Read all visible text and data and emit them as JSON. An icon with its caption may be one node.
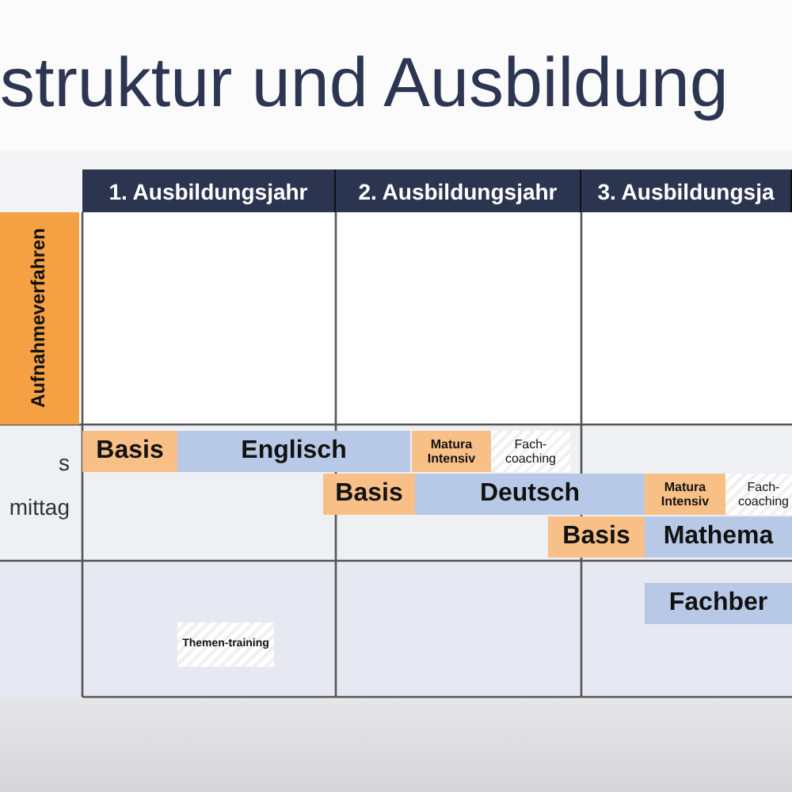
{
  "diagram": {
    "title": "struktur und Ausbildung",
    "nodes": [
      {
        "text": [
          "Aufnahmeverfahren"
        ]
      },
      {
        "text": [
          "Basis"
        ]
      },
      {
        "text": [
          "Englisch"
        ]
      },
      {
        "text": [
          "Matura Intensiv"
        ]
      },
      {
        "text": [
          "Fach-coaching"
        ]
      },
      {
        "text": [
          "Basis"
        ]
      },
      {
        "text": [
          "Deutsch"
        ]
      },
      {
        "text": [
          "Matura Intensiv"
        ]
      },
      {
        "text": [
          "Fach-coaching"
        ]
      },
      {
        "text": [
          "Basis"
        ]
      },
      {
        "text": [
          "Mathema"
        ]
      },
      {
        "text": [
          "Fachber"
        ]
      },
      {
        "text": [
          "Themen-training"
        ]
      }
    ],
    "labels": [
      "1. Ausbildungsjahr",
      "2. Ausbildungsjahr",
      "3. Ausbildungsja",
      "s",
      "mittag"
    ]
  }
}
